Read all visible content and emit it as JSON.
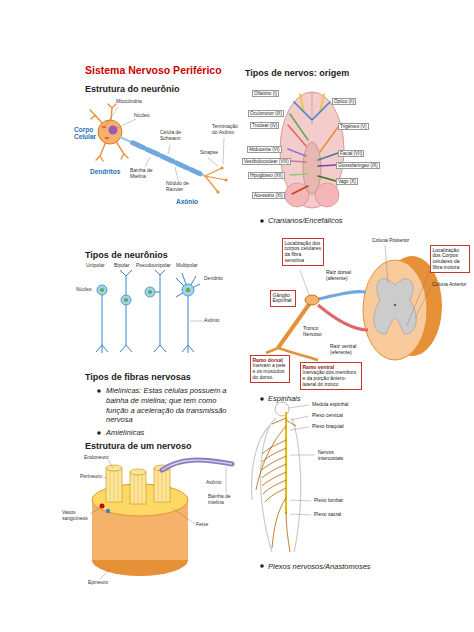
{
  "diagram": {
    "title": "Sistema Nervoso Periférico",
    "nodes": [
      {
        "text": [
          "Localização dos corpos celulares da fibra sensitiva"
        ]
      },
      {
        "text": [
          "Localização dos Corpos celulares da fibra motora"
        ]
      },
      {
        "text": [
          "Gânglio Espinhal"
        ]
      },
      {
        "text": [
          "Ramo dorsal",
          "Inervam a pele e os músculos do dorso."
        ]
      },
      {
        "text": [
          "Ramo ventral",
          "Inervação dos membros e da porção ântero-lateral do tronco"
        ]
      }
    ],
    "labels": [
      "Estrutura do neurônio",
      "Mitocôndria",
      "Núcleo",
      "Corpo Celular",
      "Dendritos",
      "Bainha de Mielina",
      "Nódulo de Ranvier",
      "Célula de Schwann",
      "Sinapse",
      "Terminação do Axônio",
      "Axônio",
      "Tipos de neurônios",
      "Unipolar",
      "Bipolar",
      "Pseudounipolar",
      "Multipolar",
      "Dendrito",
      "Núcleo",
      "Axônio",
      "Tipos de fibras nervosas",
      "Mielínicas: Estas células possuem a bainha de mielina; que tem como função a aceleração da transmissão nervosa",
      "Amielínicas",
      "Estrutura de um nervoso",
      "Endoneuro",
      "Perineuro",
      "Vasos sanguíneos",
      "Epineuro",
      "Axônio",
      "Bainha de mielina",
      "Feixe",
      "Tipos de nervos: origem",
      "Olfatório (I)",
      "Óptico (II)",
      "Oculomotor (III)",
      "Troclear (IV)",
      "Trigêmeo (V)",
      "Abducente (VI)",
      "Facial (VII)",
      "Vestibulococlear (VIII)",
      "Glossofaríngeo (IX)",
      "Hipoglosso (XII)",
      "Vago (X)",
      "Acessório (XI)",
      "Cranianos/Encefálicos",
      "Coluna Posterior",
      "Coluna Anterior",
      "Raiz dorsal (aferente)",
      "Raiz ventral (eferente)",
      "Tronco Nervoso",
      "Espinhais",
      "Medula espinhal",
      "Plexo cervical",
      "Plexo braquial",
      "Nervos intercostais",
      "Plexo lombar",
      "Plexo sacral",
      "Plexos nervosos/Anastomoses"
    ]
  }
}
